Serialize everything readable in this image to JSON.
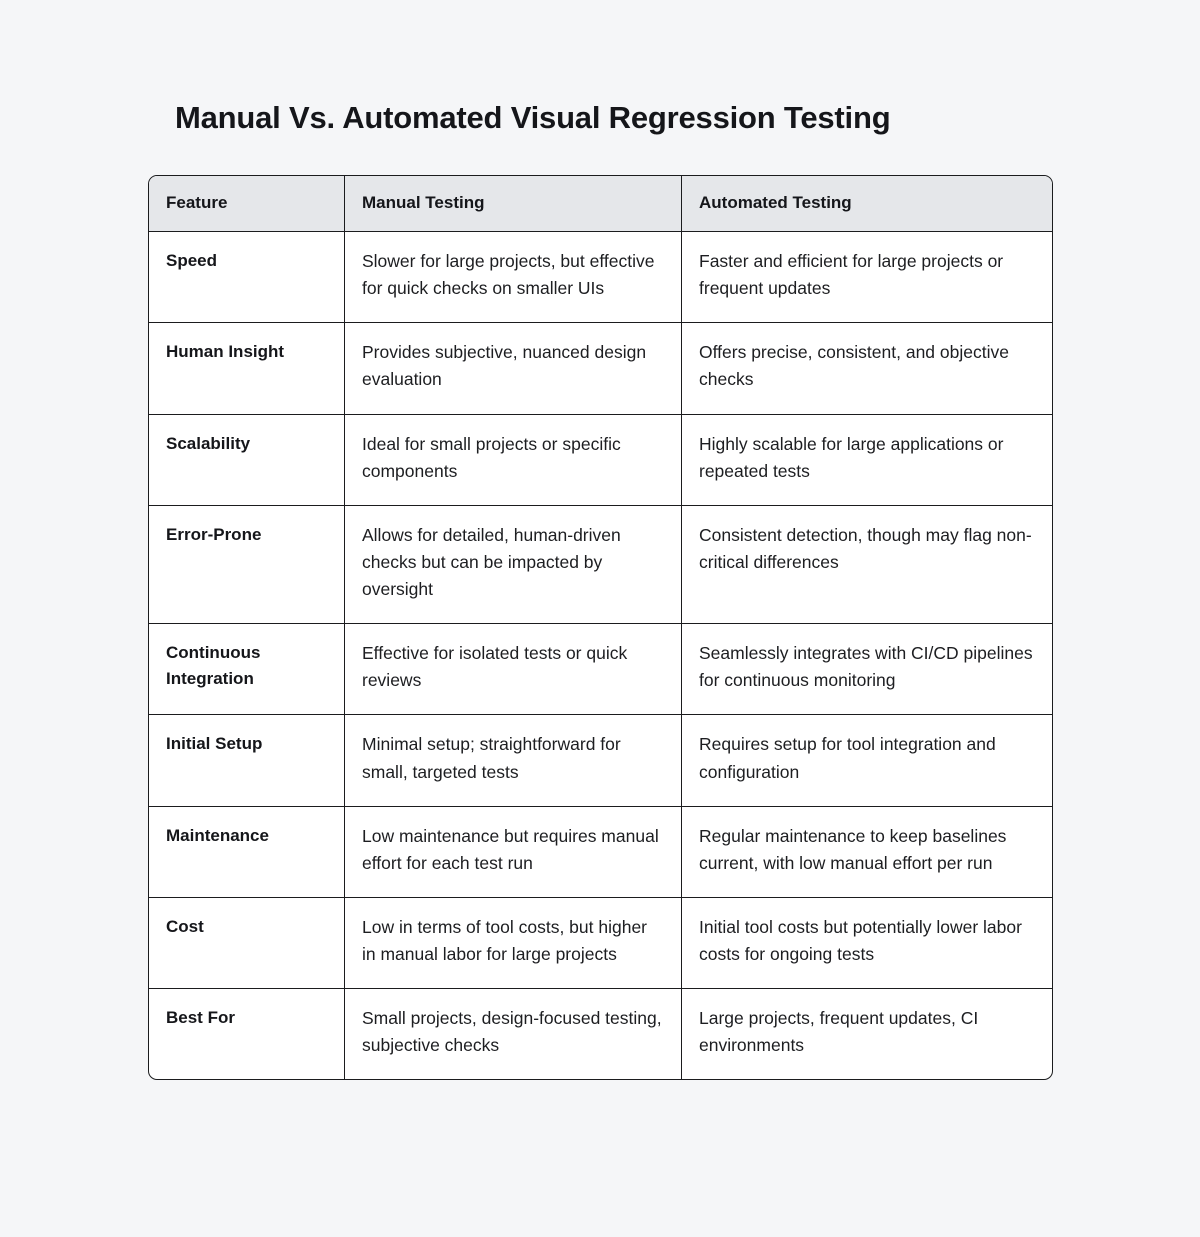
{
  "page": {
    "title": "Manual Vs. Automated Visual Regression Testing",
    "background_color": "#f5f6f8",
    "text_color": "#15161a"
  },
  "table": {
    "header_background": "#e5e7ea",
    "border_color": "#1b1c1e",
    "columns": [
      {
        "key": "feature",
        "label": "Feature"
      },
      {
        "key": "manual",
        "label": "Manual Testing"
      },
      {
        "key": "automated",
        "label": "Automated Testing"
      }
    ],
    "rows": [
      {
        "feature": "Speed",
        "manual": "Slower for large projects, but effective for quick checks on smaller UIs",
        "automated": "Faster and efficient for large projects or frequent updates"
      },
      {
        "feature": "Human Insight",
        "manual": "Provides subjective, nuanced design evaluation",
        "automated": "Offers precise, consistent, and objective checks"
      },
      {
        "feature": "Scalability",
        "manual": "Ideal for small projects or specific components",
        "automated": "Highly scalable for large applications or repeated tests"
      },
      {
        "feature": "Error-Prone",
        "manual": "Allows for detailed, human-driven checks but can be impacted by oversight",
        "automated": "Consistent detection, though may flag non-critical differences"
      },
      {
        "feature": "Continuous Integration",
        "manual": "Effective for isolated tests or quick reviews",
        "automated": "Seamlessly integrates with CI/CD pipelines for continuous monitoring"
      },
      {
        "feature": "Initial Setup",
        "manual": "Minimal setup; straightforward for small, targeted tests",
        "automated": "Requires setup for tool integration and configuration"
      },
      {
        "feature": "Maintenance",
        "manual": "Low maintenance but requires manual effort for each test run",
        "automated": "Regular maintenance to keep baselines current, with low manual effort per run"
      },
      {
        "feature": "Cost",
        "manual": "Low in terms of tool costs, but higher in manual labor for large projects",
        "automated": "Initial tool costs but potentially lower labor costs for ongoing tests"
      },
      {
        "feature": "Best For",
        "manual": "Small projects, design-focused testing, subjective checks",
        "automated": "Large projects, frequent updates, CI environments"
      }
    ]
  }
}
